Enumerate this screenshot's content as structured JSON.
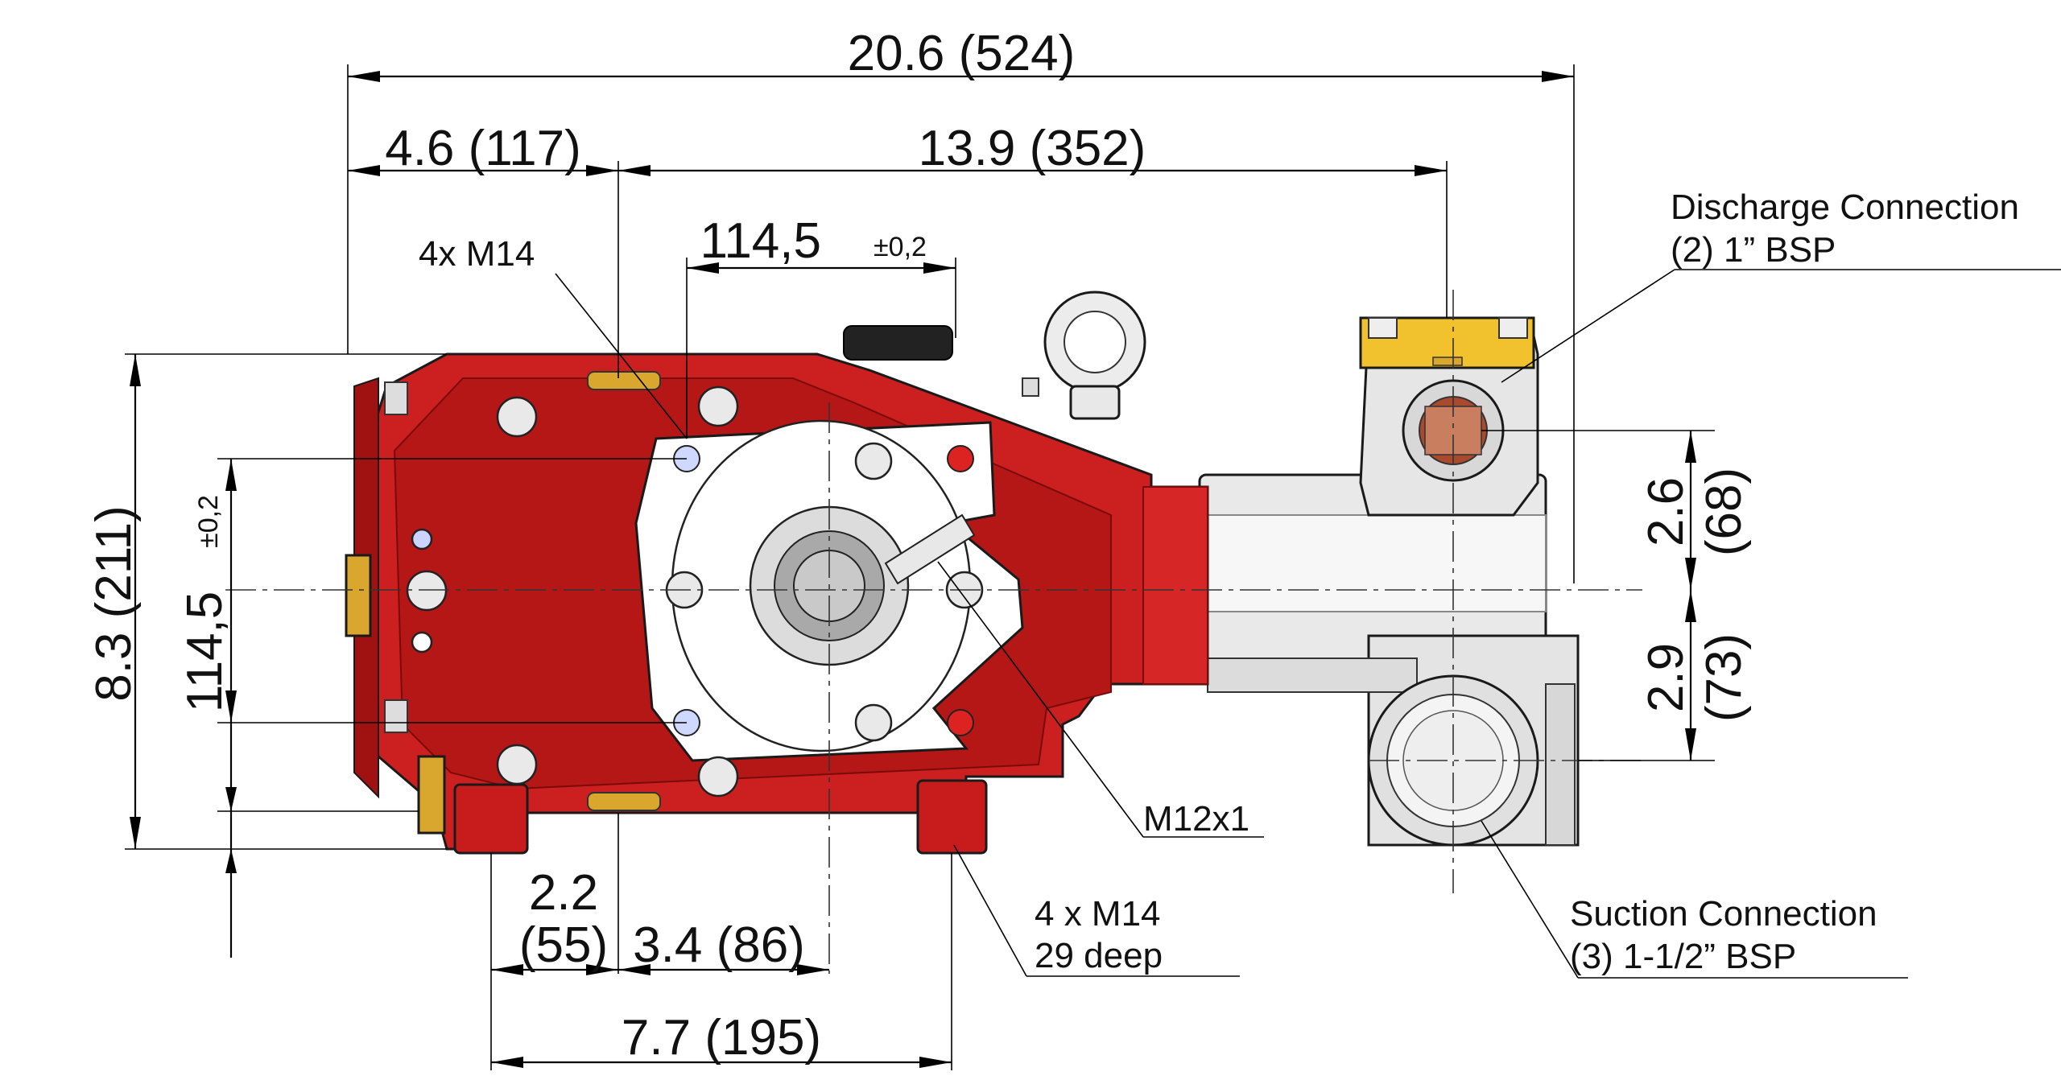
{
  "dimensions": {
    "overall_length": "20.6 (524)",
    "front_to_flange": "4.6 (117)",
    "flange_to_manifold": "13.9 (352)",
    "bolt_spacing_h_value": "114,5",
    "bolt_spacing_h_tol": "±0,2",
    "bolt_spacing_v_value": "114,5",
    "bolt_spacing_v_tol": "±0,2",
    "overall_height": "8.3 (211)",
    "discharge_height_in": "2.6",
    "discharge_height_mm": "(68)",
    "suction_height_in": "2.9",
    "suction_height_mm": "(73)",
    "foot_offset_in": "2.2",
    "foot_offset_mm": "(55)",
    "foot_to_shaft": "3.4 (86)",
    "foot_spacing": "7.7 (195)"
  },
  "callouts": {
    "flange_bolts": "4x M14",
    "shaft_thread": "M12x1",
    "foot_bolts_line1": "4 x M14",
    "foot_bolts_line2": "29 deep",
    "discharge_line1": "Discharge Connection",
    "discharge_line2": "(2) 1” BSP",
    "suction_line1": "Suction Connection",
    "suction_line2": "(3) 1-1/2” BSP"
  },
  "colors": {
    "pump_body": "#cc1f1f",
    "pump_body_dark": "#8f0e0e",
    "flange_plate": "#ffffff",
    "manifold": "#e6e6e6",
    "plug_yellow": "#f2c12e",
    "brass": "#d9a62e"
  }
}
